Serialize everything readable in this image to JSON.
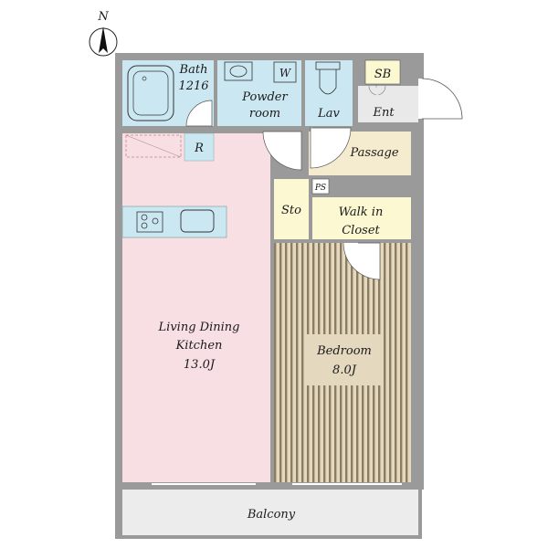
{
  "compass": {
    "label": "N"
  },
  "rooms": {
    "bath": {
      "name": "Bath",
      "size": "1216"
    },
    "powder_room": {
      "name": "Powder",
      "name2": "room",
      "washer": "W"
    },
    "lavatory": {
      "name": "Lav"
    },
    "shoe_box": {
      "name": "SB"
    },
    "entrance": {
      "name": "Ent"
    },
    "refrigerator": {
      "name": "R"
    },
    "passage": {
      "name": "Passage"
    },
    "pipe_space": {
      "name": "PS"
    },
    "storage": {
      "name": "Sto"
    },
    "walk_in_closet": {
      "name": "Walk in",
      "name2": "Closet"
    },
    "ldk": {
      "name": "Living Dining",
      "name2": "Kitchen",
      "size": "13.0J"
    },
    "bedroom": {
      "name": "Bedroom",
      "size": "8.0J"
    },
    "balcony": {
      "name": "Balcony"
    }
  },
  "colors": {
    "wall": "#9a9a9a",
    "wet_area": "#cbe8f2",
    "ldk_floor": "#f8dfe4",
    "bedroom_floor": "#e4d8bf",
    "bedroom_stripe": "#8c7d62",
    "closet_floor": "#fbf8d2",
    "passage_floor": "#f5ebcf",
    "entrance_floor": "#e9e9e9",
    "balcony_floor": "#ececec"
  }
}
